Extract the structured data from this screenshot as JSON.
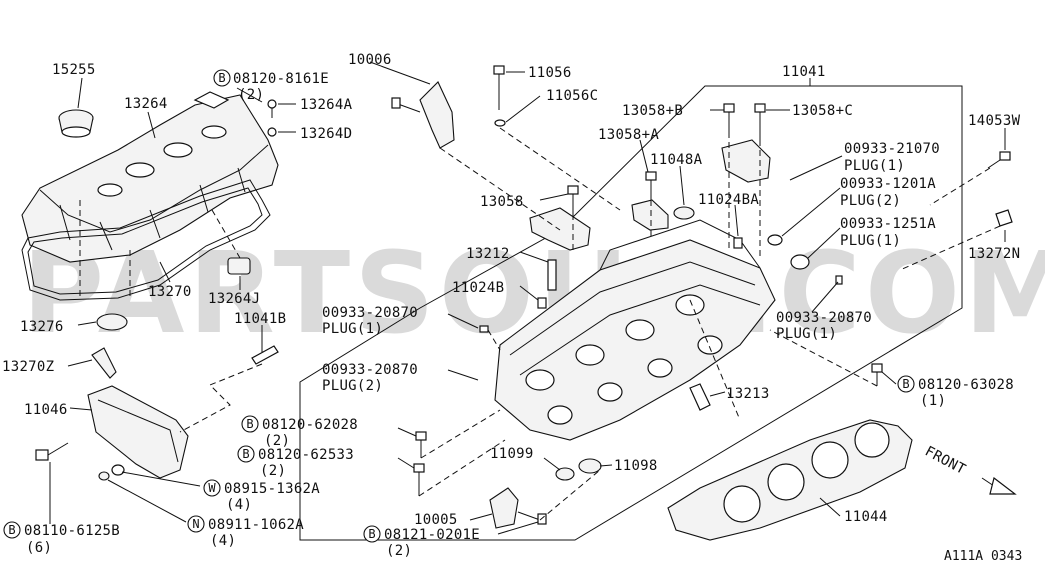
{
  "watermark": "PARTSOUQ.COM",
  "figure_code": "A111A 0343",
  "front_label": "FRONT",
  "parts": {
    "p15255": "15255",
    "p13264": "13264",
    "p08120_8161e": "08120-8161E",
    "p08120_8161e_qty": "(2)",
    "p13264a": "13264A",
    "p13264d": "13264D",
    "p13270": "13270",
    "p13264j": "13264J",
    "p13276": "13276",
    "p11041b": "11041B",
    "p13270z": "13270Z",
    "p11046": "11046",
    "p08110_6125b": "08110-6125B",
    "p08110_6125b_qty": "(6)",
    "p08915_1362a": "08915-1362A",
    "p08915_1362a_qty": "(4)",
    "p08911_1062a": "08911-1062A",
    "p08911_1062a_qty": "(4)",
    "p10006": "10006",
    "p11056": "11056",
    "p11056c": "11056C",
    "p11041": "11041",
    "p13058b": "13058+B",
    "p13058c": "13058+C",
    "p13058a": "13058+A",
    "p11048a": "11048A",
    "p13058": "13058",
    "p11024ba": "11024BA",
    "p13212": "13212",
    "p11024b": "11024B",
    "p00933_21070": "00933-21070",
    "p00933_21070_plug": "PLUG(1)",
    "p00933_1201a": "00933-1201A",
    "p00933_1201a_plug": "PLUG(2)",
    "p00933_1251a": "00933-1251A",
    "p00933_1251a_plug": "PLUG(1)",
    "p00933_20870_a": "00933-20870",
    "p00933_20870_a_plug": "PLUG(1)",
    "p00933_20870_b": "00933-20870",
    "p00933_20870_b_plug": "PLUG(2)",
    "p00933_20870_c": "00933-20870",
    "p00933_20870_c_plug": "PLUG(1)",
    "p14053w": "14053W",
    "p13272n": "13272N",
    "p13213": "13213",
    "p08120_63028": "08120-63028",
    "p08120_63028_qty": "(1)",
    "p08120_62028": "08120-62028",
    "p08120_62028_qty": "(2)",
    "p08120_62533": "08120-62533",
    "p08120_62533_qty": "(2)",
    "p11099": "11099",
    "p11098": "11098",
    "p11044": "11044",
    "p10005": "10005",
    "p08121_0201e": "08121-0201E",
    "p08121_0201e_qty": "(2)"
  },
  "prefix": {
    "b": "B",
    "w": "W",
    "n": "N"
  }
}
